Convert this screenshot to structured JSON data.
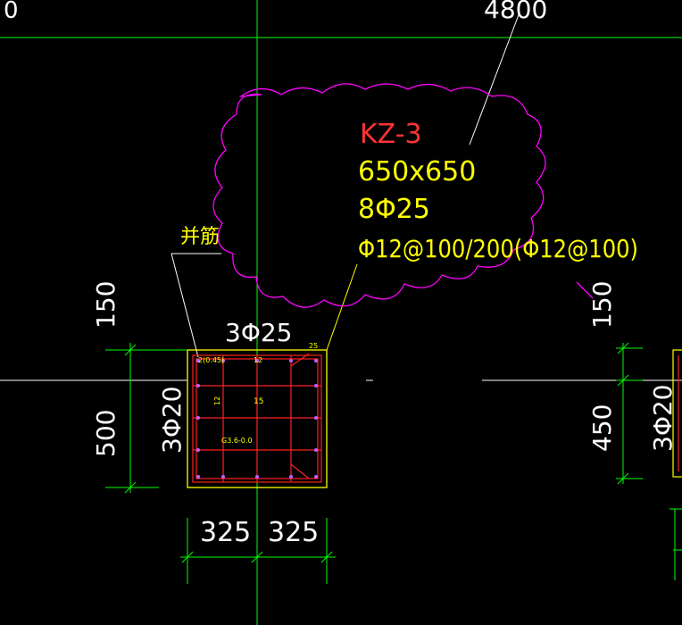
{
  "colors": {
    "background": "#000000",
    "grid_line": "#00ff00",
    "dim_line": "#00ff00",
    "axis_line": "#ffffff",
    "cloud": "#ff00ff",
    "column_outline": "#ffff00",
    "rebar": "#ff2020",
    "tie_dots": "#c060ff",
    "label_red": "#ff3333",
    "label_yellow": "#ffff00",
    "label_white": "#ffffff"
  },
  "annotations": {
    "top_left_fragment": "0",
    "top_dimension": "4800",
    "column_mark": "KZ-3",
    "section_size": "650x650",
    "main_bars": "8Φ25",
    "stirrups": "Φ12@100/200(Φ12@100)",
    "bundled_bars_label": "并筋",
    "top_bars": "3Φ25",
    "side_bars_left": "3Φ20",
    "side_bars_right": "3Φ20",
    "small_corner_left": "2(0.45)",
    "small_corner_right": "25",
    "small_top": "12",
    "small_mid": "15",
    "small_side": "12",
    "small_bottom": "G3.6-0.0"
  },
  "dimensions": {
    "left_upper": "150",
    "left_lower": "500",
    "bottom_left": "325",
    "bottom_right": "325",
    "right_upper": "150",
    "right_lower": "450"
  }
}
